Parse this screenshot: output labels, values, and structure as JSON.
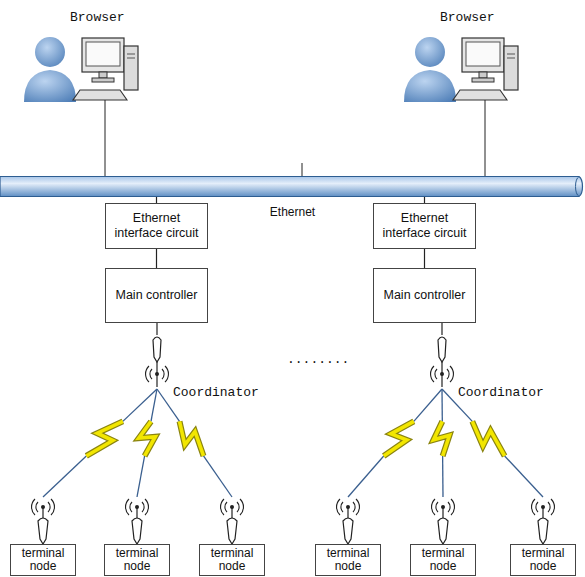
{
  "diagram": {
    "nodes": [
      {
        "text": [
          "Ethernet"
        ]
      },
      {
        "text": [
          "Ethernet interface circuit"
        ]
      },
      {
        "text": [
          "Main controller"
        ]
      },
      {
        "text": [
          "Coordinator"
        ]
      },
      {
        "text": [
          "terminal node"
        ]
      },
      {
        "text": [
          "terminal node"
        ]
      },
      {
        "text": [
          "terminal node"
        ]
      },
      {
        "text": [
          "Ethernet interface circuit"
        ]
      },
      {
        "text": [
          "Main controller"
        ]
      },
      {
        "text": [
          "Coordinator"
        ]
      },
      {
        "text": [
          "terminal node"
        ]
      },
      {
        "text": [
          "terminal node"
        ]
      },
      {
        "text": [
          "terminal node"
        ]
      }
    ],
    "edges": [
      {
        "from": 0,
        "to": 1,
        "arrow": "none"
      },
      {
        "from": 1,
        "to": 2,
        "arrow": "none"
      },
      {
        "from": 2,
        "to": 3,
        "arrow": "none"
      },
      {
        "from": 3,
        "to": 4,
        "arrow": "none"
      },
      {
        "from": 3,
        "to": 5,
        "arrow": "none"
      },
      {
        "from": 3,
        "to": 6,
        "arrow": "none"
      },
      {
        "from": 0,
        "to": 7,
        "arrow": "none"
      },
      {
        "from": 7,
        "to": 8,
        "arrow": "none"
      },
      {
        "from": 8,
        "to": 9,
        "arrow": "none"
      },
      {
        "from": 9,
        "to": 10,
        "arrow": "none"
      },
      {
        "from": 9,
        "to": 11,
        "arrow": "none"
      },
      {
        "from": 9,
        "to": 12,
        "arrow": "none"
      }
    ],
    "labels": [
      "Browser",
      "Browser",
      "........"
    ]
  }
}
